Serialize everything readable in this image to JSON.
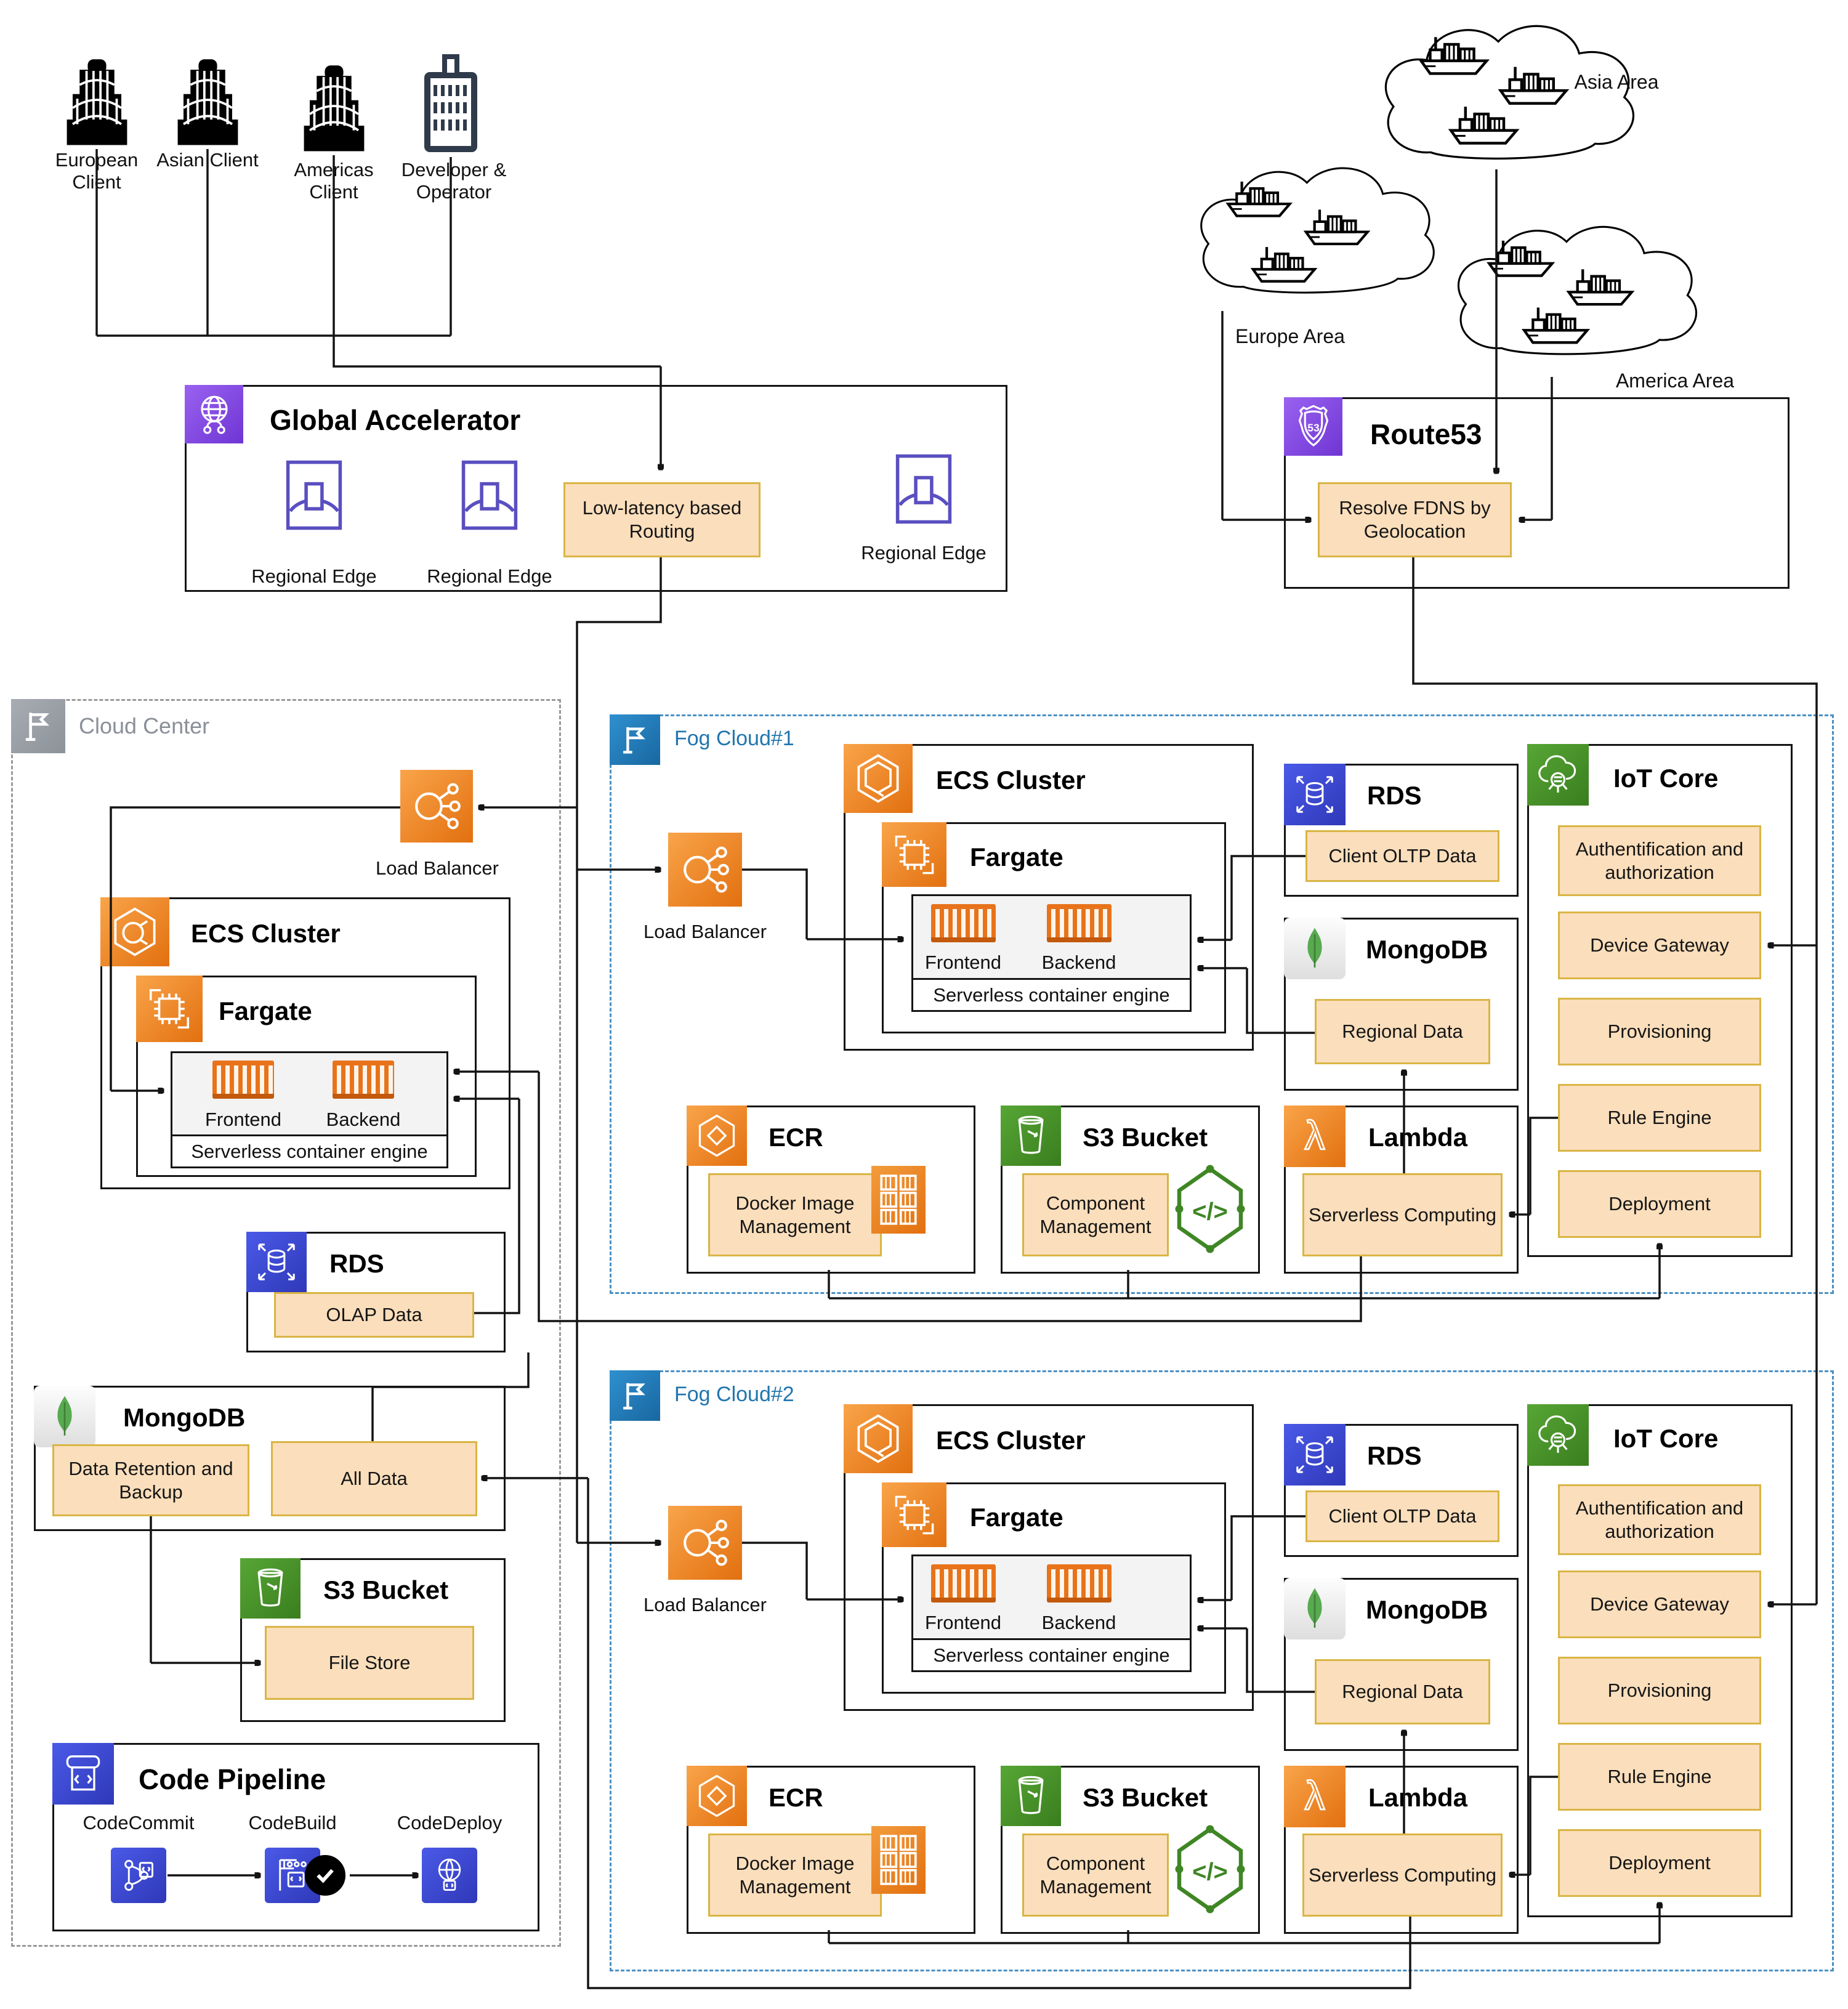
{
  "clients": {
    "european": "European Client",
    "asian": "Asian Client",
    "americas": "Americas Client",
    "devop": "Developer & Operator"
  },
  "areas": {
    "asia": "Asia Area",
    "europe": "Europe Area",
    "america": "America Area"
  },
  "ga": {
    "title": "Global Accelerator",
    "re1": "Regional Edge",
    "re2": "Regional Edge",
    "re3": "Regional Edge",
    "routing": "Low-latency based Routing"
  },
  "r53": {
    "title": "Route53",
    "resolve": "Resolve FDNS by Geolocation"
  },
  "cc": {
    "label": "Cloud Center",
    "lb": "Load Balancer",
    "ecs": "ECS Cluster",
    "fargate": "Fargate",
    "frontend": "Frontend",
    "backend": "Backend",
    "engine": "Serverless container engine",
    "rds": "RDS",
    "olap": "OLAP Data",
    "mongo": "MongoDB",
    "retention": "Data Retention and Backup",
    "alldata": "All Data",
    "s3": "S3 Bucket",
    "filestore": "File Store",
    "cp": "Code Pipeline",
    "commit": "CodeCommit",
    "build": "CodeBuild",
    "deploy": "CodeDeploy"
  },
  "fog1": {
    "label": "Fog Cloud#1",
    "lb": "Load Balancer",
    "ecs": "ECS Cluster",
    "fargate": "Fargate",
    "frontend": "Frontend",
    "backend": "Backend",
    "engine": "Serverless container engine",
    "rds": "RDS",
    "oltp": "Client OLTP Data",
    "mongo": "MongoDB",
    "regional": "Regional Data",
    "iot": "IoT Core",
    "auth": "Authentification and authorization",
    "gateway": "Device Gateway",
    "provisioning": "Provisioning",
    "rule": "Rule Engine",
    "deployment": "Deployment",
    "ecr": "ECR",
    "docker": "Docker Image Management",
    "s3": "S3 Bucket",
    "component": "Component Management",
    "lambda": "Lambda",
    "serverless": "Serverless Computing"
  },
  "fog2": {
    "label": "Fog Cloud#2",
    "lb": "Load Balancer",
    "ecs": "ECS Cluster",
    "fargate": "Fargate",
    "frontend": "Frontend",
    "backend": "Backend",
    "engine": "Serverless container engine",
    "rds": "RDS",
    "oltp": "Client OLTP Data",
    "mongo": "MongoDB",
    "regional": "Regional Data",
    "iot": "IoT Core",
    "auth": "Authentification and authorization",
    "gateway": "Device Gateway",
    "provisioning": "Provisioning",
    "rule": "Rule Engine",
    "deployment": "Deployment",
    "ecr": "ECR",
    "docker": "Docker Image Management",
    "s3": "S3 Bucket",
    "component": "Component Management",
    "lambda": "Lambda",
    "serverless": "Serverless Computing"
  },
  "colors": {
    "accent_orange": "#E8731A",
    "accent_purple": "#7B4FD8",
    "accent_blue": "#3B48CC",
    "accent_green": "#3F8624",
    "peach_fill": "#FBDEBB",
    "peach_border": "#D9B545",
    "fog_border": "#4A90C4",
    "center_border": "#9A9A9A"
  }
}
